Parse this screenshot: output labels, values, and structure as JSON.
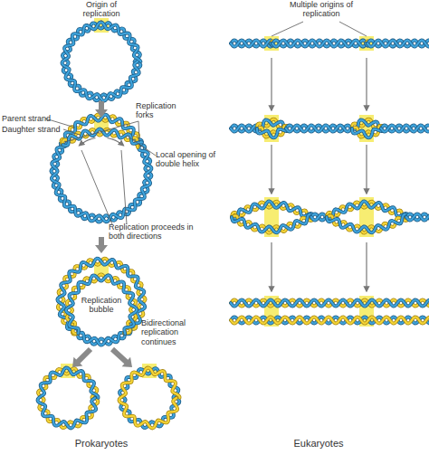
{
  "diagram": {
    "labels": [
      "Origin of replication",
      "Parent strand",
      "Daughter strand",
      "Replication forks",
      "Local opening of double helix",
      "Replication proceeds in both directions",
      "Replication bubble",
      "Bidirectional replication continues",
      "Prokaryotes",
      "Multiple origins of replication",
      "Eukaryotes"
    ]
  }
}
